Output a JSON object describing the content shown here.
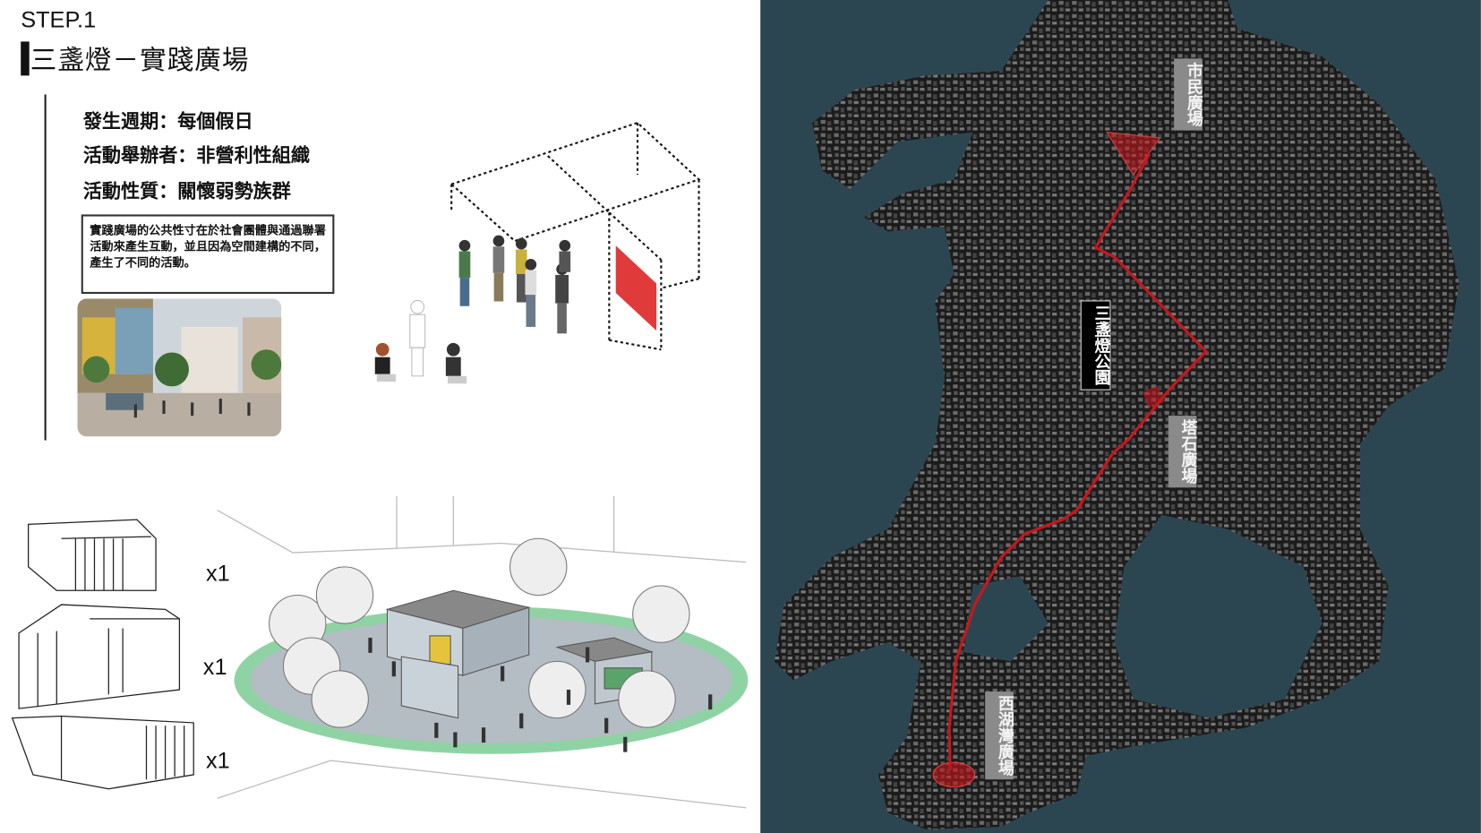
{
  "header": {
    "step": "STEP.1",
    "title": "三盞燈－實踐廣場"
  },
  "info": [
    {
      "label": "發生週期",
      "value": "每個假日"
    },
    {
      "label": "活動舉辦者",
      "value": "非營利性組織"
    },
    {
      "label": "活動性質",
      "value": "關懷弱勢族群"
    }
  ],
  "info_text": [
    "發生週期：每個假日",
    "活動舉辦者：非營利性組織",
    "活動性質：關懷弱勢族群"
  ],
  "description": "實踐廣場的公共性寸在於社會團體與通過聯署活動來產生互動，並且因為空間建構的不同，產生了不同的活動。",
  "modules": [
    "x1",
    "x1",
    "x1"
  ],
  "map": {
    "labels": {
      "shimin": "市民廣場",
      "sanzhandeng": "三盞燈公園",
      "tashi": "塔石廣場",
      "xihuwan": "西湖灣廣場"
    },
    "route_color": "#c8161d",
    "sea_color": "#2c4651",
    "land_color": "#1b1b1b"
  },
  "accent": {
    "red": "#e03a3a",
    "green": "#8fd3a4",
    "plaza": "#b4bcc4"
  }
}
